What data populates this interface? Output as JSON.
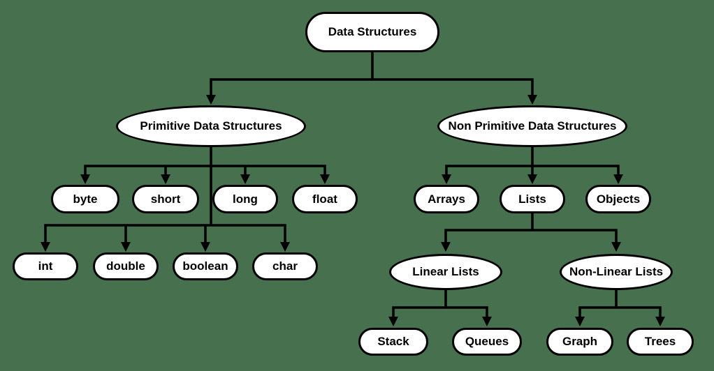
{
  "diagram": {
    "type": "tree",
    "background_color": "#47704E",
    "node_fill_color": "#FFFFFF",
    "node_border_color": "#000000",
    "text_color": "#000000",
    "nodes": {
      "root": {
        "label": "Data Structures"
      },
      "primitive": {
        "label": "Primitive Data Structures"
      },
      "non_primitive": {
        "label": "Non Primitive Data Structures"
      },
      "byte": {
        "label": "byte"
      },
      "short": {
        "label": "short"
      },
      "long": {
        "label": "long"
      },
      "float": {
        "label": "float"
      },
      "int": {
        "label": "int"
      },
      "double": {
        "label": "double"
      },
      "boolean": {
        "label": "boolean"
      },
      "char": {
        "label": "char"
      },
      "arrays": {
        "label": "Arrays"
      },
      "lists": {
        "label": "Lists"
      },
      "objects": {
        "label": "Objects"
      },
      "linear_lists": {
        "label": "Linear Lists"
      },
      "non_linear_lists": {
        "label": "Non-Linear Lists"
      },
      "stack": {
        "label": "Stack"
      },
      "queues": {
        "label": "Queues"
      },
      "graph": {
        "label": "Graph"
      },
      "trees": {
        "label": "Trees"
      }
    },
    "edges": [
      [
        "Data Structures",
        "Primitive Data Structures"
      ],
      [
        "Data Structures",
        "Non Primitive Data Structures"
      ],
      [
        "Primitive Data Structures",
        "byte"
      ],
      [
        "Primitive Data Structures",
        "short"
      ],
      [
        "Primitive Data Structures",
        "long"
      ],
      [
        "Primitive Data Structures",
        "float"
      ],
      [
        "Primitive Data Structures",
        "int"
      ],
      [
        "Primitive Data Structures",
        "double"
      ],
      [
        "Primitive Data Structures",
        "boolean"
      ],
      [
        "Primitive Data Structures",
        "char"
      ],
      [
        "Non Primitive Data Structures",
        "Arrays"
      ],
      [
        "Non Primitive Data Structures",
        "Lists"
      ],
      [
        "Non Primitive Data Structures",
        "Objects"
      ],
      [
        "Lists",
        "Linear Lists"
      ],
      [
        "Lists",
        "Non-Linear Lists"
      ],
      [
        "Linear Lists",
        "Stack"
      ],
      [
        "Linear Lists",
        "Queues"
      ],
      [
        "Non-Linear Lists",
        "Graph"
      ],
      [
        "Non-Linear Lists",
        "Trees"
      ]
    ]
  }
}
